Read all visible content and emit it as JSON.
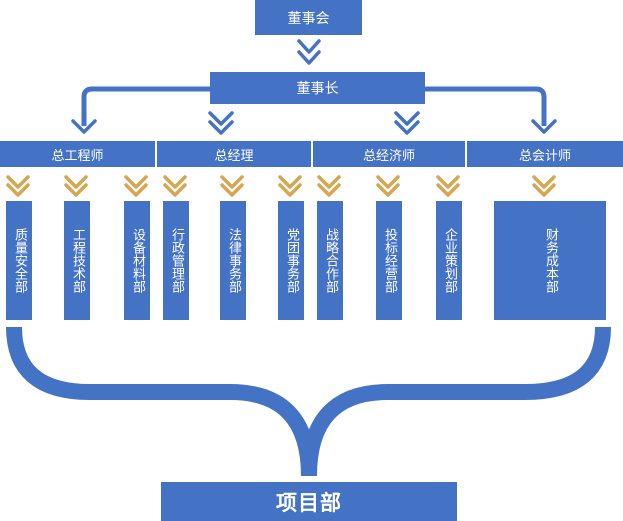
{
  "board": {
    "label": "董事会"
  },
  "chairman": {
    "label": "董事长"
  },
  "executives": [
    {
      "label": "总工程师"
    },
    {
      "label": "总经理"
    },
    {
      "label": "总经济师"
    },
    {
      "label": "总会计师"
    }
  ],
  "departments": [
    {
      "label": "质量安全部"
    },
    {
      "label": "工程技术部"
    },
    {
      "label": "设备材料部"
    },
    {
      "label": "行政管理部"
    },
    {
      "label": "法律事务部"
    },
    {
      "label": "党团事务部"
    },
    {
      "label": "战略合作部"
    },
    {
      "label": "投标经营部"
    },
    {
      "label": "企业策划部"
    },
    {
      "label": "财务成本部"
    }
  ],
  "project": {
    "label": "项目部"
  },
  "colors": {
    "box": "#4472c4",
    "arrow_gold": "#d6a651",
    "text": "#ffffff"
  }
}
